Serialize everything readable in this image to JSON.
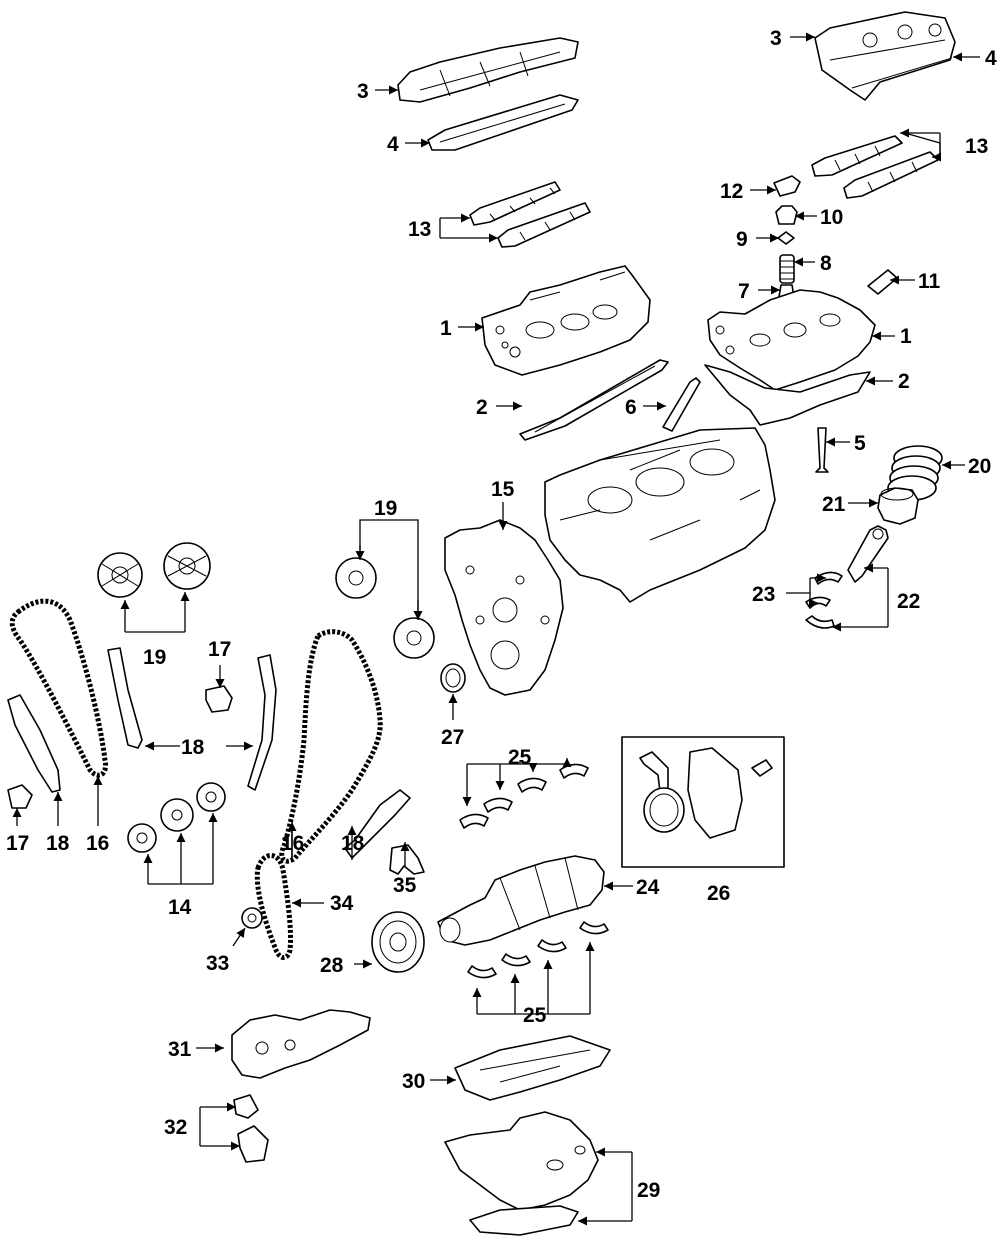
{
  "diagram": {
    "labels": {
      "l1a": "1",
      "l1b": "1",
      "l2a": "2",
      "l2b": "2",
      "l3a": "3",
      "l3b": "3",
      "l4a": "4",
      "l4b": "4",
      "l5": "5",
      "l6": "6",
      "l7": "7",
      "l8": "8",
      "l9": "9",
      "l10": "10",
      "l11": "11",
      "l12": "12",
      "l13a": "13",
      "l13b": "13",
      "l14": "14",
      "l15": "15",
      "l16a": "16",
      "l16b": "16",
      "l17a": "17",
      "l17b": "17",
      "l18a": "18",
      "l18b": "18",
      "l18c": "18",
      "l19a": "19",
      "l19b": "19",
      "l20": "20",
      "l21": "21",
      "l22": "22",
      "l23": "23",
      "l24": "24",
      "l25a": "25",
      "l25b": "25",
      "l26": "26",
      "l27": "27",
      "l28": "28",
      "l29": "29",
      "l30": "30",
      "l31": "31",
      "l32": "32",
      "l33": "33",
      "l34": "34",
      "l35": "35"
    }
  }
}
